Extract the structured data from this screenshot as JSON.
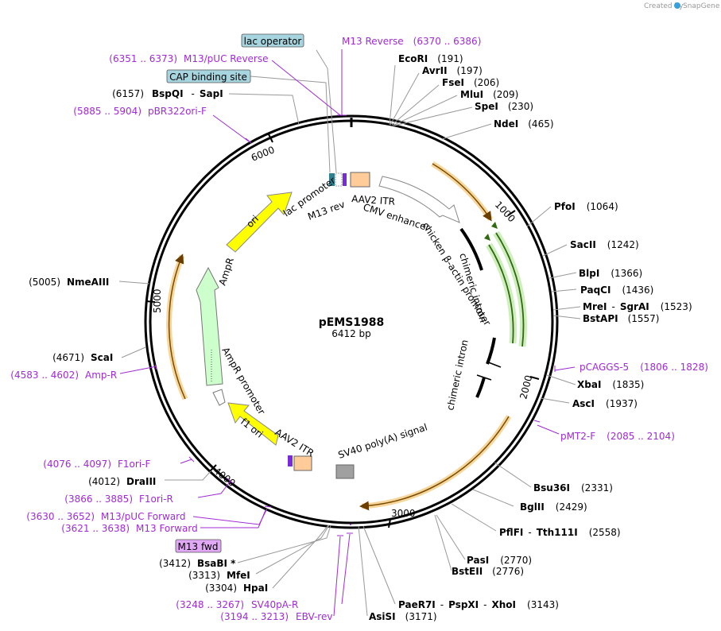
{
  "watermark": {
    "prefix": "Created by",
    "brand": "SnapGene"
  },
  "plasmid": {
    "name": "pEMS1988",
    "size": "6412 bp"
  },
  "ticks": [
    "1000",
    "2000",
    "3000",
    "4000",
    "5000",
    "6000"
  ],
  "enzymes": [
    {
      "name": "EcoRI",
      "pos": "(191)"
    },
    {
      "name": "AvrII",
      "pos": "(197)"
    },
    {
      "name": "FseI",
      "pos": "(206)"
    },
    {
      "name": "MluI",
      "pos": "(209)"
    },
    {
      "name": "SpeI",
      "pos": "(230)"
    },
    {
      "name": "NdeI",
      "pos": "(465)"
    },
    {
      "name": "PfoI",
      "pos": "(1064)"
    },
    {
      "name": "SacII",
      "pos": "(1242)"
    },
    {
      "name": "BlpI",
      "pos": "(1366)"
    },
    {
      "name": "PaqCI",
      "pos": "(1436)"
    },
    {
      "name": "MreI",
      "name2": "SgrAI",
      "pos": "(1523)"
    },
    {
      "name": "BstAPI",
      "pos": "(1557)"
    },
    {
      "name": "XbaI",
      "pos": "(1835)"
    },
    {
      "name": "AscI",
      "pos": "(1937)"
    },
    {
      "name": "Bsu36I",
      "pos": "(2331)"
    },
    {
      "name": "BglII",
      "pos": "(2429)"
    },
    {
      "name": "PflFI",
      "name2": "Tth111I",
      "pos": "(2558)"
    },
    {
      "name": "PasI",
      "pos": "(2770)"
    },
    {
      "name": "BstEII",
      "pos": "(2776)"
    },
    {
      "name": "PaeR7I",
      "name2": "PspXI",
      "name3": "XhoI",
      "pos": "(3143)"
    },
    {
      "name": "AsiSI",
      "pos": "(3171)"
    },
    {
      "name": "BsaBI *",
      "pos": "(3412)"
    },
    {
      "name": "MfeI",
      "pos": "(3313)"
    },
    {
      "name": "HpaI",
      "pos": "(3304)"
    },
    {
      "name": "DraIII",
      "pos": "(4012)"
    },
    {
      "name": "ScaI",
      "pos": "(4671)"
    },
    {
      "name": "NmeAIII",
      "pos": "(5005)"
    },
    {
      "name": "BspQI",
      "name2": "SapI",
      "pos": "(6157)"
    }
  ],
  "primers": [
    {
      "name": "M13 Reverse",
      "range": "(6370 .. 6386)"
    },
    {
      "name": "M13/pUC Reverse",
      "range": "(6351 .. 6373)"
    },
    {
      "name": "pBR322ori-F",
      "range": "(5885 .. 5904)"
    },
    {
      "name": "pCAGGS-5",
      "range": "(1806 .. 1828)"
    },
    {
      "name": "pMT2-F",
      "range": "(2085 .. 2104)"
    },
    {
      "name": "SV40pA-R",
      "range": "(3248 .. 3267)"
    },
    {
      "name": "EBV-rev",
      "range": "(3194 .. 3213)"
    },
    {
      "name": "M13/pUC Forward",
      "range": "(3630 .. 3652)"
    },
    {
      "name": "M13 Forward",
      "range": "(3621 .. 3638)"
    },
    {
      "name": "F1ori-R",
      "range": "(3866 .. 3885)"
    },
    {
      "name": "F1ori-F",
      "range": "(4076 .. 4097)"
    },
    {
      "name": "Amp-R",
      "range": "(4583 .. 4602)"
    }
  ],
  "boxed_labels": {
    "lac_operator": "lac operator",
    "cap_site": "CAP binding site",
    "m13_fwd": "M13 fwd"
  },
  "features": {
    "lac_promoter": "lac promoter",
    "m13_rev": "M13 rev",
    "aav2_itr_1": "AAV2 ITR",
    "cmv_enhancer": "CMV enhancer",
    "chicken_actin": "chicken β-actin promoter",
    "chimeric_intron_1": "chimeric intron",
    "chimeric_intron_2": "chimeric intron",
    "sv40_polya": "SV40 poly(A) signal",
    "aav2_itr_2": "AAV2 ITR",
    "f1_ori": "f1 ori",
    "ampr_promoter": "AmpR promoter",
    "ampr": "AmpR",
    "ori": "ori"
  },
  "colors": {
    "primer": "#a02ad6",
    "orf": "#f0a030",
    "yellow": "#ffff00",
    "ampr": "#ccffcc",
    "green": "#7cc043",
    "itr": "#ffcc99",
    "box": "#a6d4df",
    "m13box": "#e0a8f5"
  }
}
